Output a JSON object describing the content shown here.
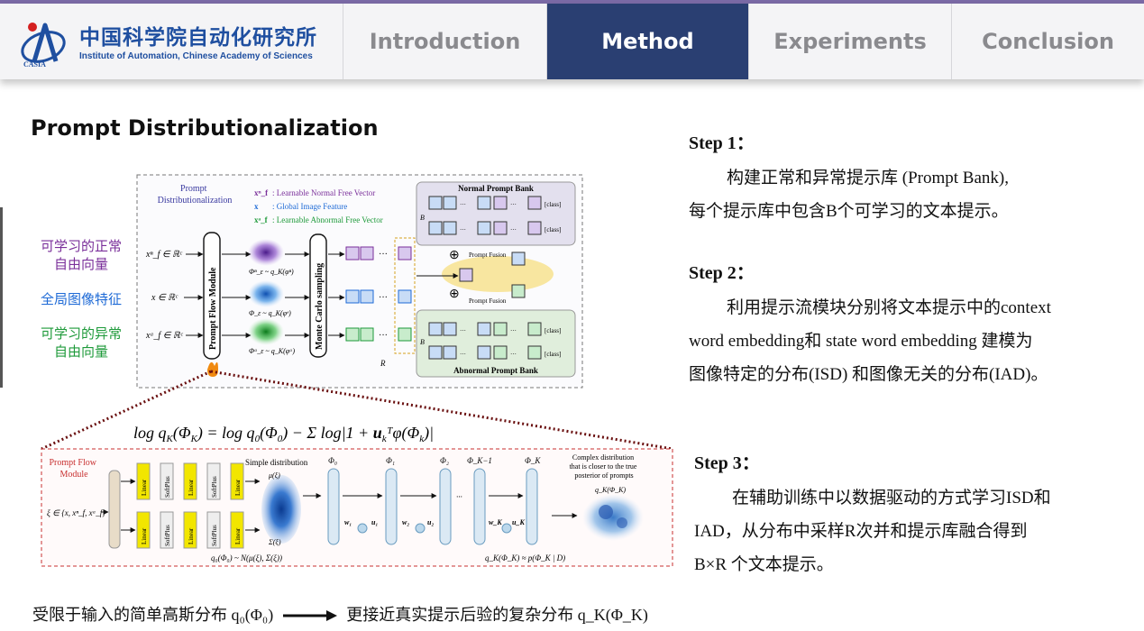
{
  "header": {
    "logo_cn": "中国科学院自动化研究所",
    "logo_en": "Institute of Automation, Chinese Academy of Sciences",
    "logo_abbr": "CASIA",
    "tabs": [
      {
        "label": "Introduction",
        "active": false
      },
      {
        "label": "Method",
        "active": true
      },
      {
        "label": "Experiments",
        "active": false
      },
      {
        "label": "Conclusion",
        "active": false
      }
    ]
  },
  "section_title": "Prompt Distributionalization",
  "side_labels": {
    "normal": "可学习的正常\n自由向量",
    "global": "全局图像特征",
    "abnormal": "可学习的异常\n自由向量"
  },
  "figure": {
    "title": "Prompt\nDistributionalization",
    "legend": [
      {
        "sym": "x_f^n",
        "text": ": Learnable Normal Free Vector"
      },
      {
        "sym": "x",
        "text": ": Global Image Feature"
      },
      {
        "sym": "x_f^a",
        "text": ": Learnable Abnormal Free Vector"
      }
    ],
    "inputs": [
      "x_f^n ∈ ℝ^C",
      "x ∈ ℝ^C",
      "x_f^a ∈ ℝ^C"
    ],
    "flow_module": "Prompt Flow Module",
    "mc_sampling": "Monte Carlo sampling",
    "normal_bank": "Normal Prompt Bank",
    "abnormal_bank": "Abnormal Prompt Bank",
    "prompt_fusion": "Prompt Fusion",
    "class_token": "[class]",
    "equation": "log q_K(Φ_K) = log q_0(Φ_0) − Σ_{k=1}^{K} log|1 + u_k^T φ(Φ_k)|",
    "pfm_title": "Prompt Flow\nModule",
    "pfm_input": "ξ ∈ {x, x_f^n, x_f^a}",
    "layers": [
      "Linear",
      "SoftPlus",
      "Linear",
      "SoftPlus",
      "Linear"
    ],
    "simple_dist": "Simple distribution",
    "mu": "μ(ξ)",
    "sigma": "Σ(ξ)",
    "q0_eq": "q_0(Φ_0) ~ N(μ(ξ), Σ(ξ))",
    "qk_eq": "q_K(Φ_K) ≈ p(Φ_K | D)",
    "phi_labels": [
      "Φ_0",
      "Φ_1",
      "Φ_2",
      "Φ_{K−1}",
      "Φ_K"
    ],
    "complex_dist": "Complex distribution\nthat is closer to the true\nposterior of prompts"
  },
  "steps": [
    {
      "title": "Step 1：",
      "body": [
        "构建正常和异常提示库 (Prompt Bank),",
        "每个提示库中包含B个可学习的文本提示。"
      ]
    },
    {
      "title": "Step 2：",
      "body": [
        "利用提示流模块分别将文本提示中的context",
        "word embedding和 state word embedding 建模为",
        "图像特定的分布(ISD) 和图像无关的分布(IAD)。"
      ]
    },
    {
      "title": "Step 3：",
      "body": [
        "在辅助训练中以数据驱动的方式学习ISD和",
        "IAD，从分布中采样R次并和提示库融合得到",
        "B×R 个文本提示。"
      ]
    }
  ],
  "bottom": {
    "left": "受限于输入的简单高斯分布 q₀(Φ₀)",
    "right": "更接近真实提示后验的复杂分布 q_K(Φ_K)"
  },
  "colors": {
    "nav_active": "#2a3f72",
    "logo_blue": "#1f4fa0",
    "normal": "#7a2f9a",
    "global": "#1e6ad6",
    "abnormal": "#1e9a3a",
    "linear": "#f2e600"
  }
}
